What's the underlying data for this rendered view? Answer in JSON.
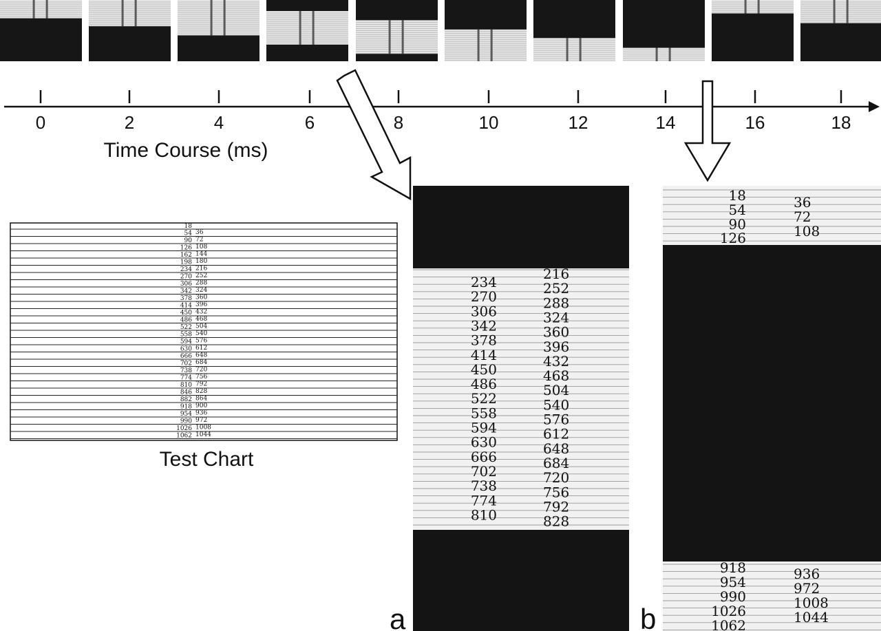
{
  "timeline": {
    "ticks": [
      "0",
      "2",
      "4",
      "6",
      "8",
      "10",
      "12",
      "14",
      "16",
      "18"
    ],
    "axis_label": "Time Course (ms)"
  },
  "frames": [
    {
      "time": "0",
      "white_top": 0.0,
      "white_bottom": 0.3,
      "black_top": 0.3,
      "black_bottom": 1.0
    },
    {
      "time": "2",
      "white_top": 0.0,
      "white_bottom": 0.43,
      "black_top": 0.43,
      "black_bottom": 1.0
    },
    {
      "time": "4",
      "white_top": 0.0,
      "white_bottom": 0.58,
      "black_top": 0.58,
      "black_bottom": 1.0
    },
    {
      "time": "6",
      "white_top": 0.18,
      "white_bottom": 0.73,
      "black_top": 0.73,
      "black_bottom": 1.0
    },
    {
      "time": "8",
      "white_top": 0.33,
      "white_bottom": 0.88,
      "black_top": 0.88,
      "black_bottom": 1.0
    },
    {
      "time": "10",
      "white_top": 0.48,
      "white_bottom": 1.0,
      "black_top": 0.0,
      "black_bottom": 0.48
    },
    {
      "time": "12",
      "white_top": 0.62,
      "white_bottom": 1.0,
      "black_top": 0.0,
      "black_bottom": 0.62
    },
    {
      "time": "14",
      "white_top": 0.78,
      "white_bottom": 1.0,
      "black_top": 0.08,
      "black_bottom": 0.78
    },
    {
      "time": "16",
      "white_top": 0.0,
      "white_bottom": 0.22,
      "black_top": 0.22,
      "black_bottom": 0.92
    },
    {
      "time": "18",
      "white_top": 0.0,
      "white_bottom": 0.38,
      "black_top": 0.38,
      "black_bottom": 1.0
    }
  ],
  "test_chart": {
    "title": "Test Chart",
    "left_numbers": [
      "18",
      "54",
      "90",
      "126",
      "162",
      "198",
      "234",
      "270",
      "306",
      "342",
      "378",
      "414",
      "450",
      "486",
      "522",
      "558",
      "594",
      "630",
      "666",
      "702",
      "738",
      "774",
      "810",
      "846",
      "882",
      "918",
      "954",
      "990",
      "1026",
      "1062"
    ],
    "right_numbers": [
      "36",
      "72",
      "108",
      "144",
      "180",
      "216",
      "252",
      "288",
      "324",
      "360",
      "396",
      "432",
      "468",
      "504",
      "540",
      "576",
      "612",
      "648",
      "684",
      "720",
      "756",
      "792",
      "828",
      "864",
      "900",
      "936",
      "972",
      "1008",
      "1044"
    ]
  },
  "panel_a": {
    "label": "a",
    "left_numbers": [
      "234",
      "270",
      "306",
      "342",
      "378",
      "414",
      "450",
      "486",
      "522",
      "558",
      "594",
      "630",
      "666",
      "702",
      "738",
      "774",
      "810"
    ],
    "right_numbers": [
      "216",
      "252",
      "288",
      "324",
      "360",
      "396",
      "432",
      "468",
      "504",
      "540",
      "576",
      "612",
      "648",
      "684",
      "720",
      "756",
      "792",
      "828"
    ]
  },
  "panel_b": {
    "label": "b",
    "top_left_numbers": [
      "18",
      "54",
      "90",
      "126"
    ],
    "top_right_numbers": [
      "36",
      "72",
      "108"
    ],
    "bottom_left_numbers": [
      "918",
      "954",
      "990",
      "1026",
      "1062"
    ],
    "bottom_right_numbers": [
      "936",
      "972",
      "1008",
      "1044"
    ]
  }
}
